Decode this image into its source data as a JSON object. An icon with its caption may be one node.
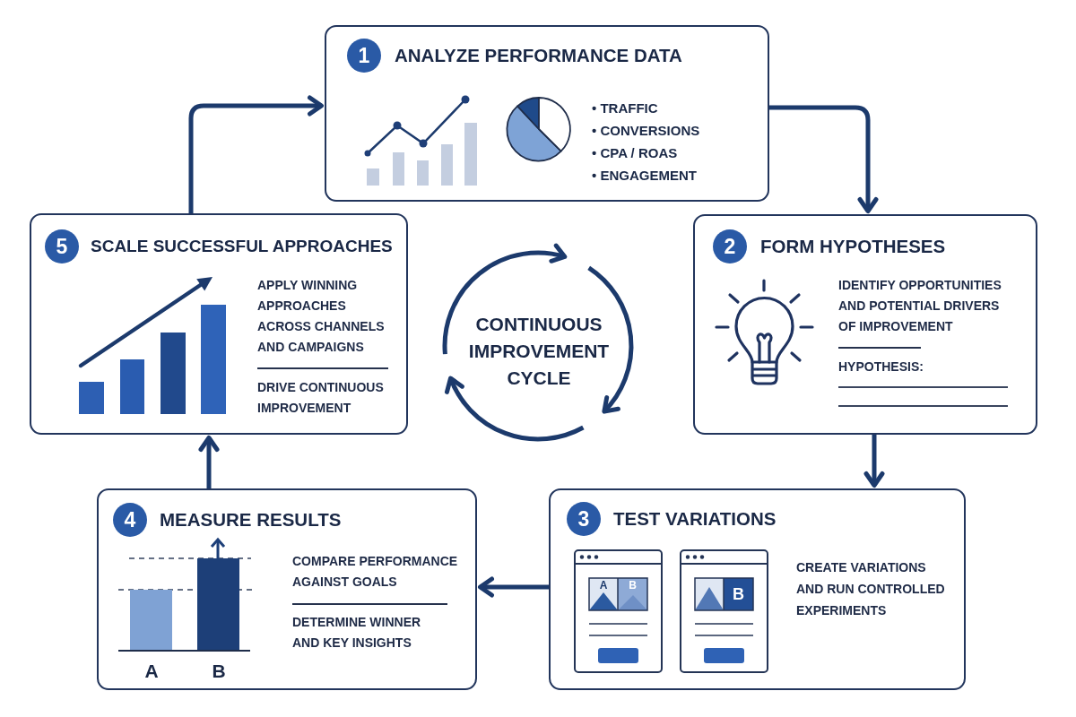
{
  "diagram": {
    "nodes": [
      {
        "text": [
          "1",
          "ANALYZE PERFORMANCE DATA",
          "• TRAFFIC",
          "• CONVERSIONS",
          "• CPA / ROAS",
          "• ENGAGEMENT"
        ]
      },
      {
        "text": [
          "2",
          "FORM HYPOTHESES",
          "IDENTIFY OPPORTUNITIES AND POTENTIAL DRIVERS OF IMPROVEMENT",
          "HYPOTHESIS:"
        ]
      },
      {
        "text": [
          "3",
          "TEST VARIATIONS",
          "A",
          "B",
          "B",
          "CREATE VARIATIONS AND RUN CONTROLLED EXPERIMENTS"
        ]
      },
      {
        "text": [
          "4",
          "MEASURE RESULTS",
          "A",
          "B",
          "COMPARE PERFORMANCE AGAINST GOALS",
          "DETERMINE WINNER AND KEY INSIGHTS"
        ]
      },
      {
        "text": [
          "5",
          "SCALE SUCCESSFUL APPROACHES",
          "APPLY WINNING APPROACHES ACROSS CHANNELS AND CAMPAIGNS",
          "DRIVE CONTINUOUS IMPROVEMENT"
        ]
      }
    ],
    "edges": [
      {
        "from": 0,
        "to": 1,
        "arrow": "to"
      },
      {
        "from": 1,
        "to": 2,
        "arrow": "to"
      },
      {
        "from": 2,
        "to": 3,
        "arrow": "to"
      },
      {
        "from": 3,
        "to": 4,
        "arrow": "to"
      },
      {
        "from": 4,
        "to": 0,
        "arrow": "to"
      }
    ],
    "labels": [
      "CONTINUOUS IMPROVEMENT CYCLE"
    ]
  }
}
